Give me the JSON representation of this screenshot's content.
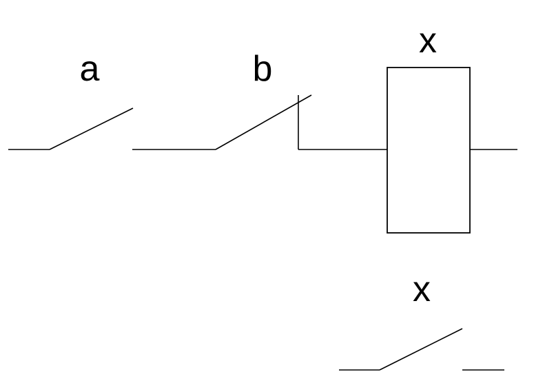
{
  "labels": {
    "switch_a": "a",
    "switch_b": "b",
    "relay_coil": "x",
    "relay_contact": "x"
  },
  "colors": {
    "line": "#000000",
    "background": "#ffffff"
  }
}
